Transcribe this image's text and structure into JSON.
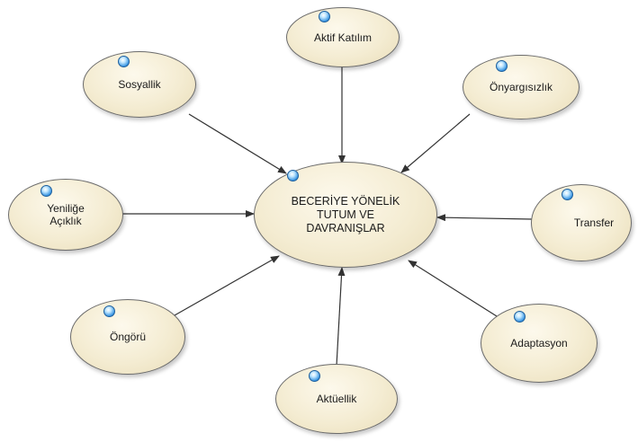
{
  "center": {
    "label": "BECERİYE YÖNELİK\nTUTUM VE\nDAVRANIŞLAR"
  },
  "nodes": {
    "aktif_katilim": "Aktif Katılım",
    "sosyallik": "Sosyallik",
    "onyargisizlik": "Önyargısızlık",
    "yenilige_aciklik": "Yeniliğe\nAçıklık",
    "transfer": "Transfer",
    "ongoru": "Öngörü",
    "adaptasyon": "Adaptasyon",
    "aktuellik": "Aktüellik"
  },
  "colors": {
    "node_fill": "#f4ecd2",
    "node_border": "#6b6b6b",
    "arrow": "#333333",
    "marker": "#2f8fe0"
  }
}
